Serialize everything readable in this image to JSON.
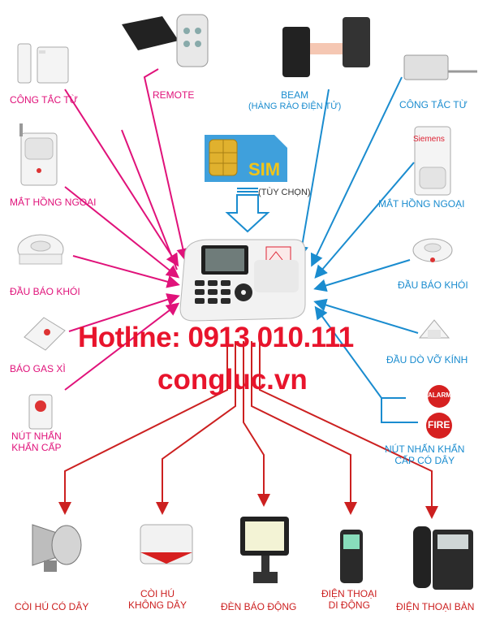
{
  "hotline": "Hotline:  0913.010.111",
  "website": "congluc.vn",
  "sim": {
    "badge": "SIM",
    "caption": "(TÙY CHỌN)"
  },
  "left_inputs": [
    {
      "label": "CÔNG TẮC TỪ",
      "icon": "door-magnet-sensor-icon"
    },
    {
      "label": "MẮT HỒNG NGOẠI",
      "icon": "pir-motion-sensor-icon"
    },
    {
      "label": "ĐẦU BÁO KHÓI",
      "icon": "smoke-detector-icon"
    },
    {
      "label": "BÁO GAS XÌ",
      "icon": "gas-detector-icon"
    },
    {
      "label_line1": "NÚT NHẤN",
      "label_line2": "KHẨN CẤP",
      "icon": "panic-button-icon"
    }
  ],
  "remote": {
    "label": "REMOTE",
    "icon": "remote-control-icon"
  },
  "beam": {
    "label_line1": "BEAM",
    "label_line2": "(HÀNG RÀO ĐIỆN TỬ)",
    "icon": "beam-sensor-icon"
  },
  "right_inputs": [
    {
      "label": "CÔNG TẮC TỪ",
      "icon": "roller-door-sensor-icon"
    },
    {
      "label": "MẮT HỒNG NGOẠI",
      "brand": "Siemens",
      "icon": "pir-motion-sensor-icon"
    },
    {
      "label": "ĐẦU BÁO KHÓI",
      "icon": "smoke-detector-icon"
    },
    {
      "label": "ĐẦU DÒ VỠ KÍNH",
      "icon": "glass-break-detector-icon"
    },
    {
      "label_line1": "NÚT NHẤN KHẨN",
      "label_line2": "CẤP CÓ DÂY",
      "alarm_text": "ALARM",
      "fire_text": "FIRE",
      "icon": "fire-alarm-button-icon"
    }
  ],
  "outputs": [
    {
      "label": "CÒI HÚ CÓ DÂY",
      "icon": "wired-siren-icon"
    },
    {
      "label_line1": "CÒI HÚ",
      "label_line2": "KHÔNG DÂY",
      "icon": "wireless-siren-icon"
    },
    {
      "label": "ĐÈN BÁO ĐỘNG",
      "icon": "alarm-floodlight-icon"
    },
    {
      "label_line1": "ĐIỆN THOẠI",
      "label_line2": "DI ĐỘNG",
      "icon": "mobile-phone-icon"
    },
    {
      "label": "ĐIỆN THOẠI BÀN",
      "icon": "desk-phone-icon"
    }
  ],
  "colors": {
    "pink": "#e0127a",
    "blue": "#1a8ccf",
    "red": "#cc2020",
    "hotline": "#e8142c"
  }
}
